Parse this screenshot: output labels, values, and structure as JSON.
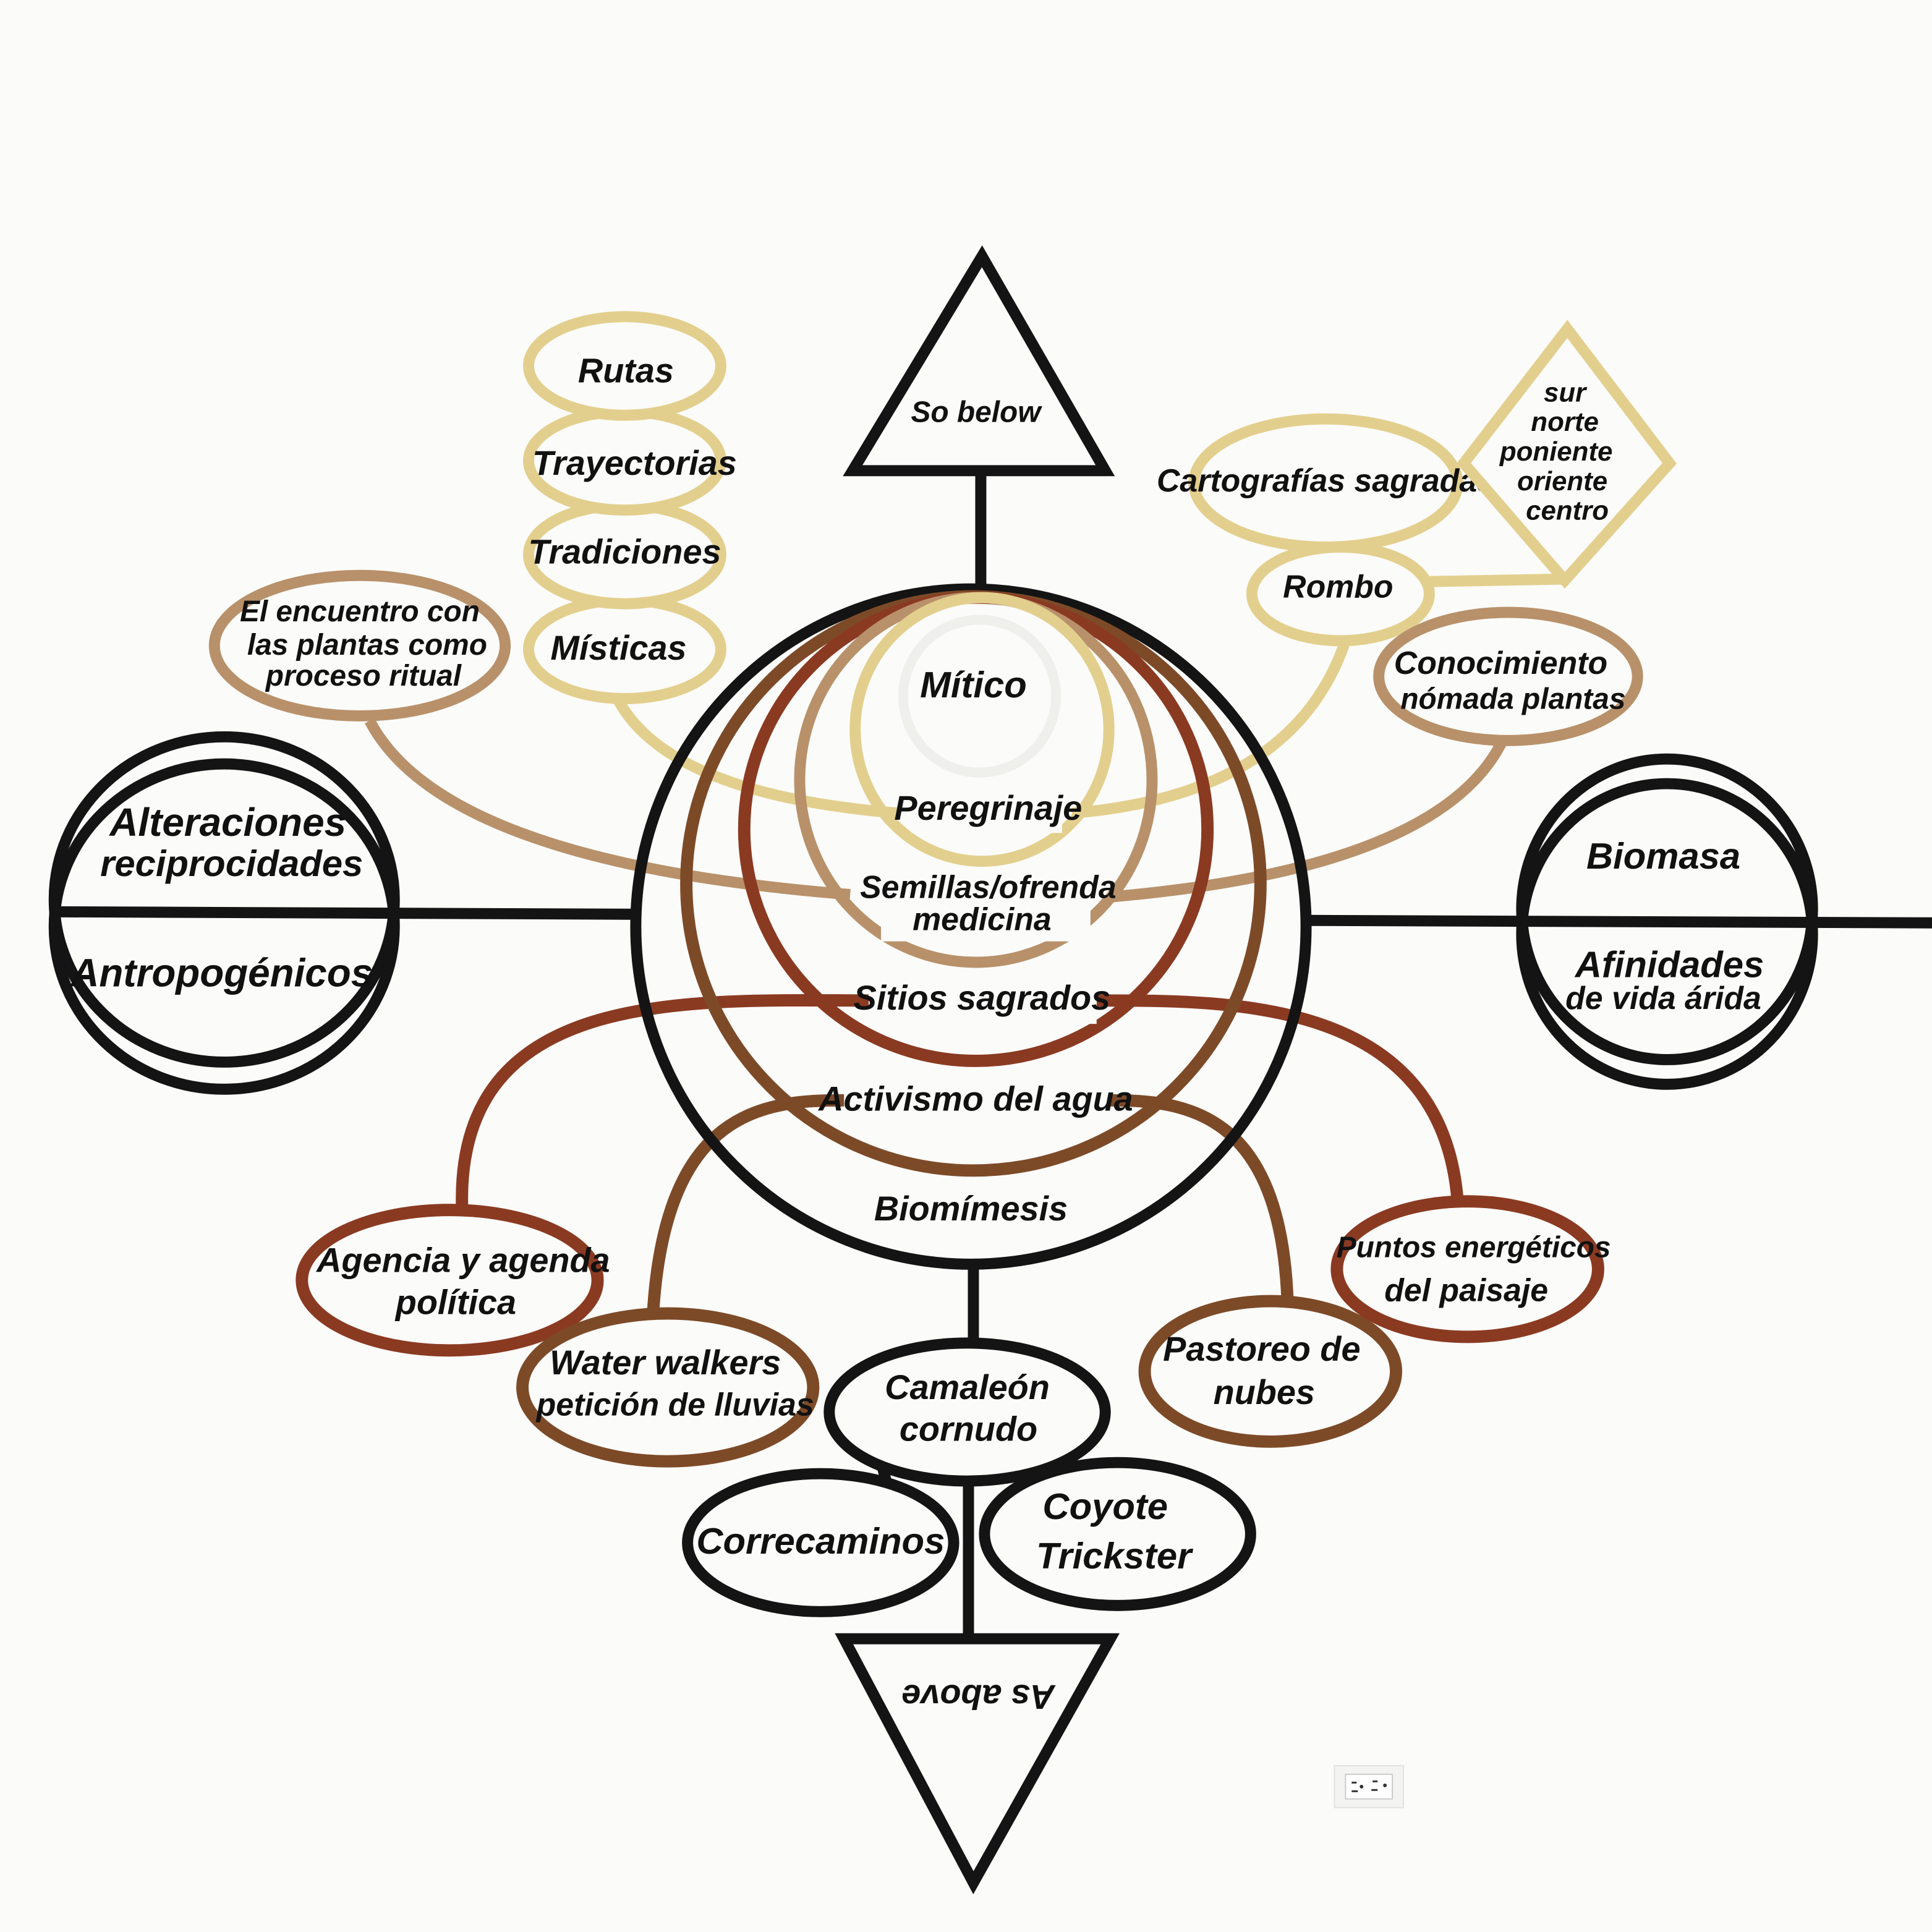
{
  "colors": {
    "black": "#141414",
    "rust": "#8b3a22",
    "brown": "#7d4a28",
    "tan": "#b8916a",
    "gold": "#e3cf8d",
    "pale": "#efefec"
  },
  "top_triangle": "So below",
  "bottom_triangle": "As above",
  "center": {
    "mitico": "Mítico",
    "peregrinaje": "Peregrinaje",
    "semillas": [
      "Semillas/ofrenda",
      "medicina"
    ],
    "sitios": "Sitios  sagrados",
    "activismo": "Activismo del agua",
    "biomimesis": "Biomímesis"
  },
  "left_circle": {
    "top": [
      "Alteraciones",
      "reciprocidades"
    ],
    "bottom": "Antropogénicos"
  },
  "right_circle": {
    "top": "Biomasa",
    "bottom": [
      "Afinidades",
      "de vida árida"
    ]
  },
  "stack": [
    "Rutas",
    "Trayectorias",
    "Tradiciones",
    "Místicas"
  ],
  "encuentro": [
    "El encuentro con",
    "las plantas como",
    "proceso ritual"
  ],
  "cartografias": "Cartografías sagradas",
  "rombo": "Rombo",
  "diamond": [
    "sur",
    "norte",
    "poniente",
    "oriente",
    "centro"
  ],
  "conocimiento": [
    "Conocimiento",
    "nómada plantas"
  ],
  "agencia": [
    "Agencia y agenda",
    "política"
  ],
  "water_walkers": [
    "Water walkers",
    "petición de lluvias"
  ],
  "camaleon": [
    "Camaleón",
    "cornudo"
  ],
  "pastoreo": [
    "Pastoreo de",
    "nubes"
  ],
  "puntos": [
    "Puntos energéticos",
    "del paisaje"
  ],
  "correcaminos": "Correcaminos",
  "coyote": [
    "Coyote",
    "Trickster"
  ],
  "icons": {
    "outlet": "wall-outlet-icon"
  }
}
